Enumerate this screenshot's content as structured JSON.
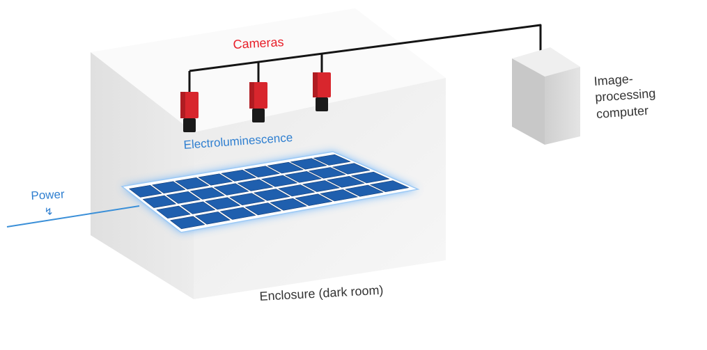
{
  "labels": {
    "cameras": "Cameras",
    "electroluminescence": "Electroluminescence",
    "power": "Power",
    "computer": "Image-\nprocessing\ncomputer",
    "enclosure": "Enclosure (dark room)"
  },
  "icons": {
    "power": "lightning-bolt-icon"
  },
  "colors": {
    "camera_body": "#d8262d",
    "camera_lens": "#1a1a1a",
    "cable": "#141414",
    "power_line": "#3a8fd8",
    "label_red": "#e8202a",
    "label_blue": "#2f7fd0",
    "label_dark": "#333333",
    "panel_cell": "#1f5fae",
    "panel_frame": "#ffffff",
    "panel_glow": "#4da6ff",
    "box_face": "#f2f2f2",
    "box_top": "#fafafa",
    "computer_face": "#dcdcdc"
  },
  "panel": {
    "rows": 4,
    "columns": 9
  },
  "cameras": {
    "count": 3
  }
}
